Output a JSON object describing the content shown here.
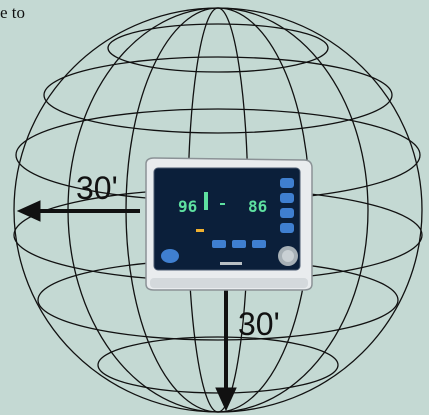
{
  "caption_fragment": "e to",
  "distance_left": "30'",
  "distance_down": "30'",
  "monitor": {
    "reading_left": "96",
    "reading_right": "86",
    "accent": "#5ee0a0",
    "panel": "#0b1f3a",
    "button": "#3f7fd0"
  },
  "colors": {
    "background": "#c4d9d3",
    "sphere_lines": "#111111",
    "arrow": "#111111"
  }
}
